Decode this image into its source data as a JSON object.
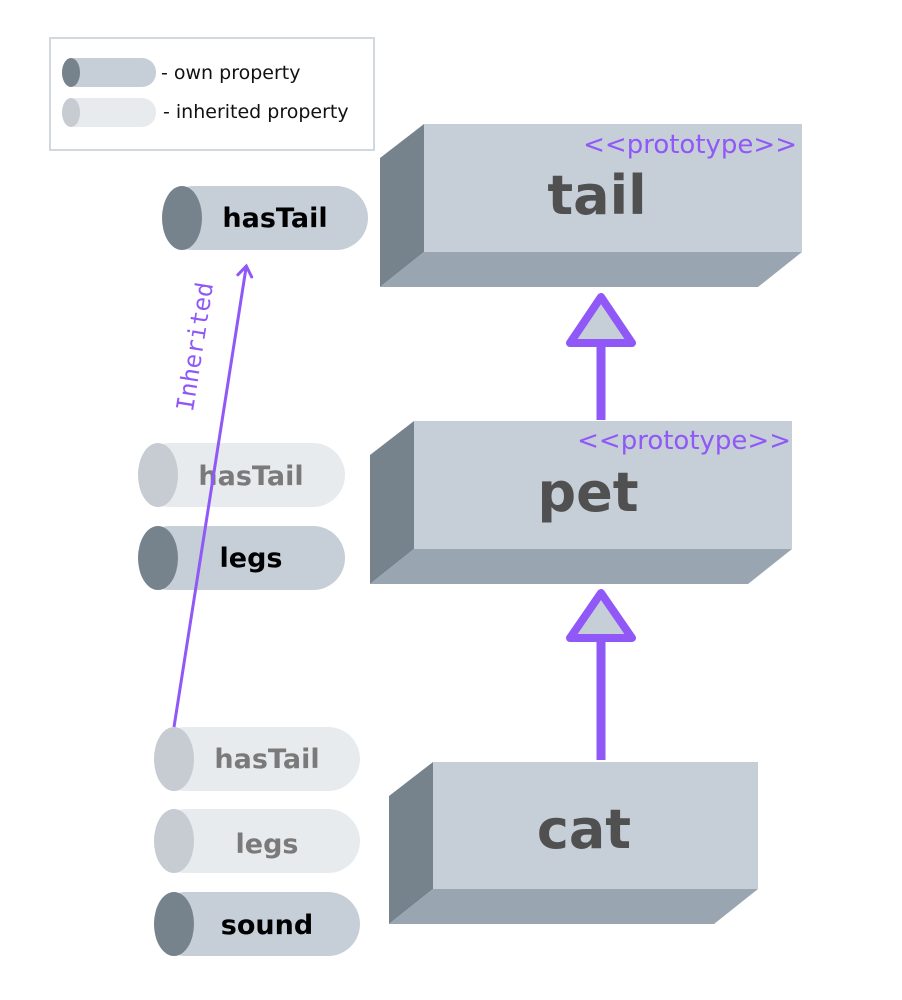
{
  "legend": {
    "own": "- own property",
    "inherited": "- inherited property"
  },
  "objects": [
    {
      "name": "tail",
      "stereotype": "<<prototype>>"
    },
    {
      "name": "pet",
      "stereotype": "<<prototype>>"
    },
    {
      "name": "cat"
    }
  ],
  "properties": {
    "tail": [
      {
        "label": "hasTail",
        "kind": "own"
      }
    ],
    "pet": [
      {
        "label": "hasTail",
        "kind": "inherited"
      },
      {
        "label": "legs",
        "kind": "own"
      }
    ],
    "cat": [
      {
        "label": "hasTail",
        "kind": "inherited"
      },
      {
        "label": "legs",
        "kind": "inherited"
      },
      {
        "label": "sound",
        "kind": "own"
      }
    ]
  },
  "inherited_arrow_label": "Inherited",
  "colors": {
    "accent": "#8f58f7",
    "front": "#c6ced7",
    "side": "#77838c",
    "bottom": "#99a5b0",
    "own_cap": "#77838c",
    "own_body": "#c6ced7",
    "inh_cap": "#c6ccd1",
    "inh_body": "#e8ebee"
  }
}
